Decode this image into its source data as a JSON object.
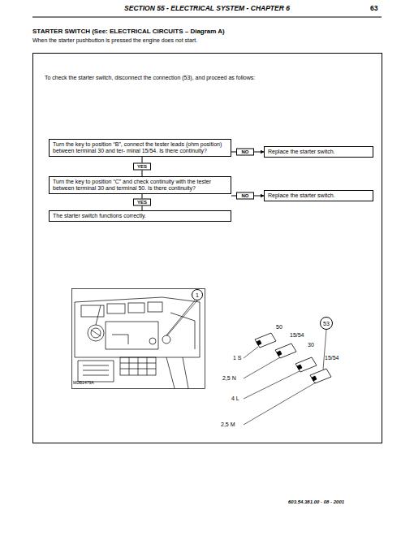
{
  "diagram": {
    "title": "STARTER SWITCH (See: ELECTRICAL CIRCUITS – Diagram A)",
    "nodes": [
      {
        "text": [
          "Turn the key to position “B”, connect the tester leads (ohm position) between terminal 30 and ter- minal 15/54. Is there continuity?"
        ]
      },
      {
        "text": [
          "Replace the starter switch."
        ]
      },
      {
        "text": [
          "Turn the key to position “C” and check continuity with the tester between terminal 30 and terminal 50. Is there continuity?"
        ]
      },
      {
        "text": [
          "Replace the starter switch."
        ]
      },
      {
        "text": [
          "The starter switch functions correctly."
        ]
      },
      {
        "text": [
          "1"
        ]
      },
      {
        "text": [
          "53"
        ]
      }
    ],
    "edges": [
      {
        "from": 0,
        "to": 1,
        "label": "NO",
        "arrow": "to"
      },
      {
        "from": 0,
        "to": 2,
        "label": "YES",
        "arrow": "none"
      },
      {
        "from": 2,
        "to": 3,
        "label": "NO",
        "arrow": "to"
      },
      {
        "from": 2,
        "to": 4,
        "label": "YES",
        "arrow": "none"
      }
    ],
    "labels": [
      "SECTION 55 - ELECTRICAL SYSTEM - CHAPTER 6",
      "63",
      "When the starter pushbutton is pressed the engine does not start.",
      "To check the starter switch, disconnect the connection (53), and proceed as follows:",
      "MDB1479A",
      "50",
      "15/54",
      "30",
      "15/54",
      "1 S",
      "2,5 N",
      "4 L",
      "2,5 M",
      "603.54.381.00 - 08 - 2001"
    ]
  }
}
